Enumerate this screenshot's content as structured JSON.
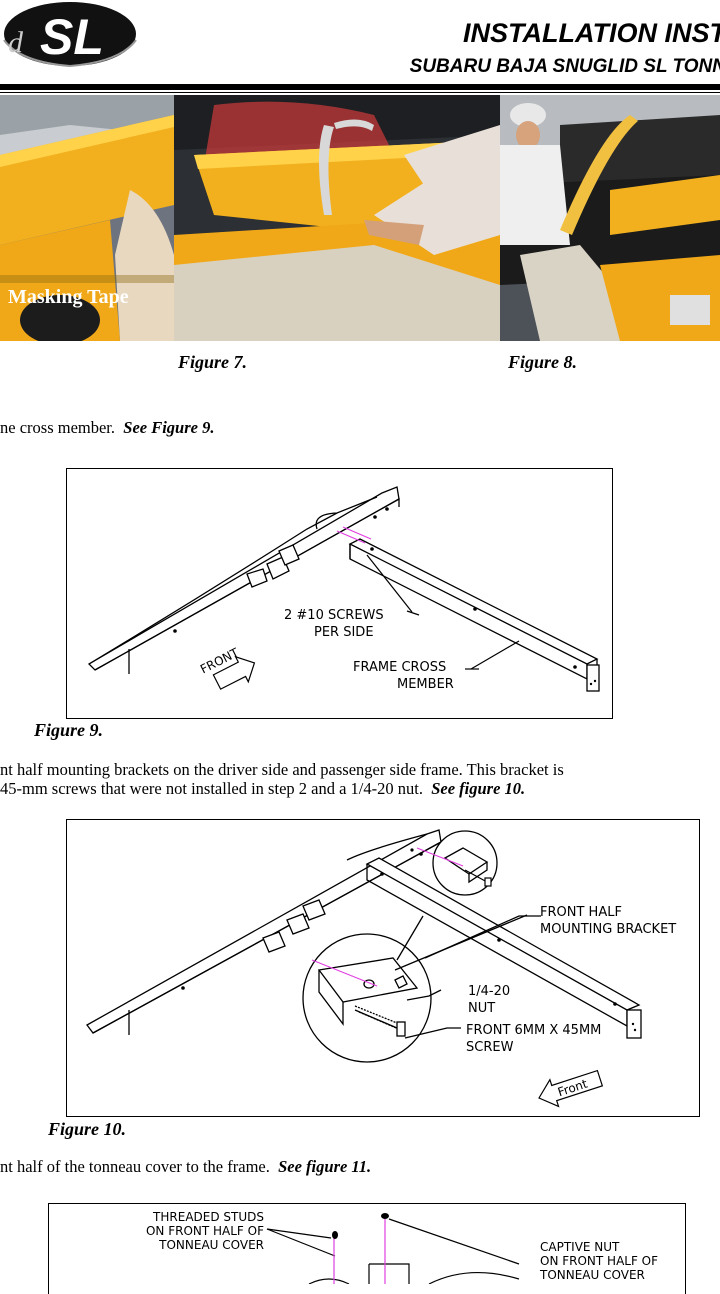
{
  "header": {
    "logo_text": "SL",
    "title": "INSTALLATION INST",
    "subtitle": "SUBARU BAJA SNUGLID SL TONN"
  },
  "photos": {
    "tape_label": "Masking Tape",
    "caption_7": "Figure 7.",
    "caption_8": "Figure 8."
  },
  "step_a": {
    "text": "ne cross member.",
    "ref": "See Figure 9."
  },
  "figure9": {
    "screws_line1": "2 #10 SCREWS",
    "screws_line2": "PER SIDE",
    "frame_line1": "FRAME CROSS",
    "frame_line2": "MEMBER",
    "front_tag": "FRONT",
    "caption": "Figure 9."
  },
  "step_b": {
    "line1": "nt half mounting brackets on the driver side and passenger side frame.  This bracket is",
    "line2": "45-mm screws that were not installed in step 2 and a 1/4-20 nut.",
    "ref": "See figure 10."
  },
  "figure10": {
    "bracket_line1": "FRONT HALF",
    "bracket_line2": "MOUNTING BRACKET",
    "nut_line1": "1/4-20",
    "nut_line2": "NUT",
    "screw_line1": "FRONT 6MM X 45MM",
    "screw_line2": "SCREW",
    "front_tag": "Front",
    "caption": "Figure 10."
  },
  "step_c": {
    "text": "nt half of the tonneau cover to the frame.",
    "ref": "See figure 11."
  },
  "figure11": {
    "studs_line1": "THREADED STUDS",
    "studs_line2": "ON FRONT HALF OF",
    "studs_line3": "TONNEAU COVER",
    "nut_line1": "CAPTIVE NUT",
    "nut_line2": "ON FRONT HALF OF",
    "nut_line3": "TONNEAU COVER"
  },
  "colors": {
    "truck_yellow": "#f2b01e",
    "accent_magenta": "#e040e0"
  }
}
